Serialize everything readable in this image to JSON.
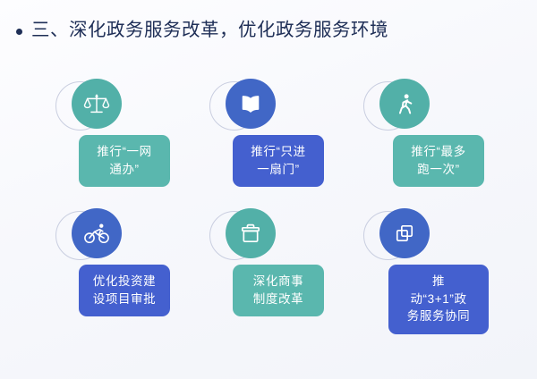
{
  "slide": {
    "title": "三、深化政务服务改革，优化政务服务环境",
    "bullet_glyph": "•"
  },
  "colors": {
    "title": "#1f2f57",
    "teal_box": "#5ab7ae",
    "teal_circle": "#52b0a8",
    "blue_box": "#4460cf",
    "blue_circle": "#4167c6",
    "ring_stroke": "#c9cee0",
    "background_top": "#fdfdff",
    "background_bottom": "#f2f4f9"
  },
  "cards": [
    {
      "id": "card-1",
      "icon": "scales-icon",
      "icon_color_role": "teal",
      "label": "推行“一网\n通办”",
      "label_plain": "推行“一网通办”"
    },
    {
      "id": "card-2",
      "icon": "open-book-icon",
      "icon_color_role": "blue",
      "label": "推行“只进\n一扇门”",
      "label_plain": "推行“只进一扇门”"
    },
    {
      "id": "card-3",
      "icon": "running-person-icon",
      "icon_color_role": "teal",
      "label": "推行“最多\n跑一次”",
      "label_plain": "推行“最多跑一次”"
    },
    {
      "id": "card-4",
      "icon": "bicycle-icon",
      "icon_color_role": "blue",
      "label": "优化投资建\n设项目审批",
      "label_plain": "优化投资建设项目审批"
    },
    {
      "id": "card-5",
      "icon": "briefcase-icon",
      "icon_color_role": "teal",
      "label": "深化商事\n制度改革",
      "label_plain": "深化商事制度改革"
    },
    {
      "id": "card-6",
      "icon": "copy-squares-icon",
      "icon_color_role": "blue",
      "label": "推\n动“3+1”政\n务服务协同",
      "label_plain": "推动“3+1”政务服务协同"
    }
  ]
}
